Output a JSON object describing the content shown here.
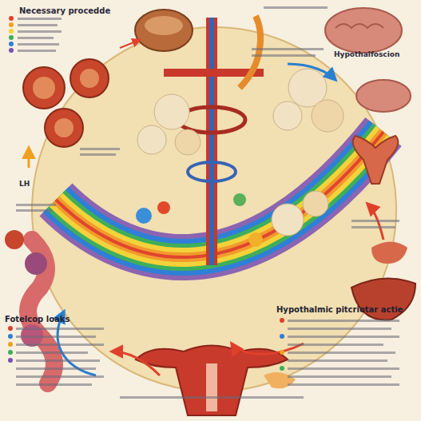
{
  "diagram": {
    "labels": [
      "Necessary procedde",
      "Hypothalfoscion",
      "LH",
      "Fotelcop loaks",
      "Hypothalmic pitcriotar actie"
    ]
  }
}
